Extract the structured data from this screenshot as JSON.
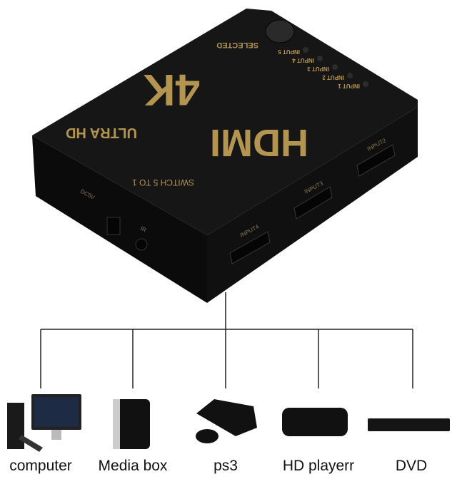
{
  "device": {
    "brand": "HDMI",
    "model_line": "SWITCH 5 TO 1",
    "badge": "4K",
    "subtitle": "ULTRA HD",
    "button_label": "SELECTED",
    "led_labels": [
      "INPUT 5",
      "INPUT 4",
      "INPUT 3",
      "INPUT 2",
      "INPUT 1"
    ],
    "port_labels": [
      "INPUT4",
      "INPUT3",
      "INPUT2"
    ],
    "power_label": "DC5V",
    "ir_label": "IR",
    "body_color": "#141414",
    "print_color": "#b39450"
  },
  "sources": [
    {
      "label": "computer"
    },
    {
      "label": "Media box"
    },
    {
      "label": "ps3"
    },
    {
      "label": "HD playerr"
    },
    {
      "label": "DVD"
    }
  ]
}
